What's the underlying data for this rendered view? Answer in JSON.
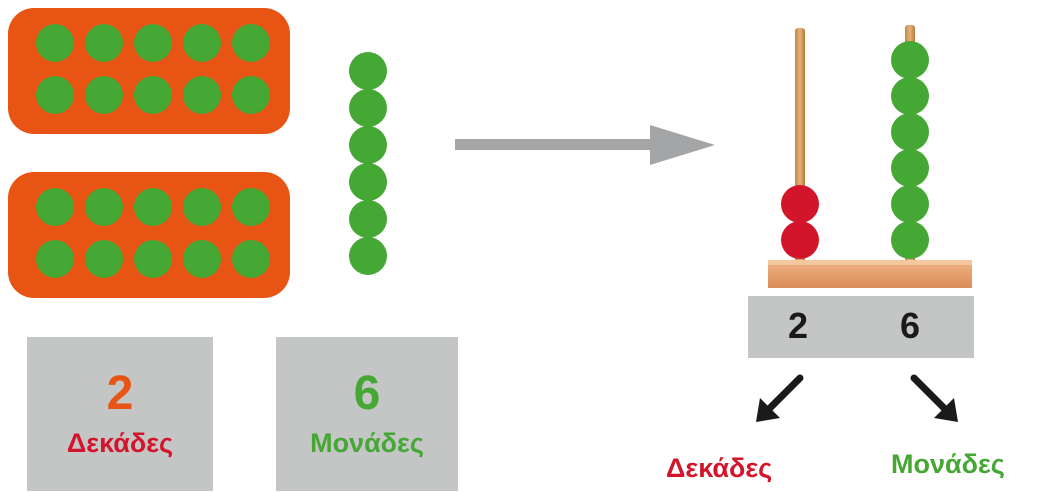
{
  "blocks": {
    "tens_count": 2,
    "dots_per_tens_block": 10,
    "ones_count": 6
  },
  "place_value_boxes": {
    "tens": {
      "digit": "2",
      "label": "Δεκάδες"
    },
    "ones": {
      "digit": "6",
      "label": "Μονάδες"
    }
  },
  "abacus": {
    "tens_beads": 2,
    "ones_beads": 6,
    "number_tens": "2",
    "number_ones": "6",
    "tens_label": "Δεκάδες",
    "ones_label": "Μονάδες"
  },
  "colors": {
    "orange": "#e85413",
    "green": "#45a734",
    "red": "#d3152c",
    "gray": "#c4c5c5",
    "arrow_gray": "#a4a5a6",
    "wood": "#e8a872"
  }
}
